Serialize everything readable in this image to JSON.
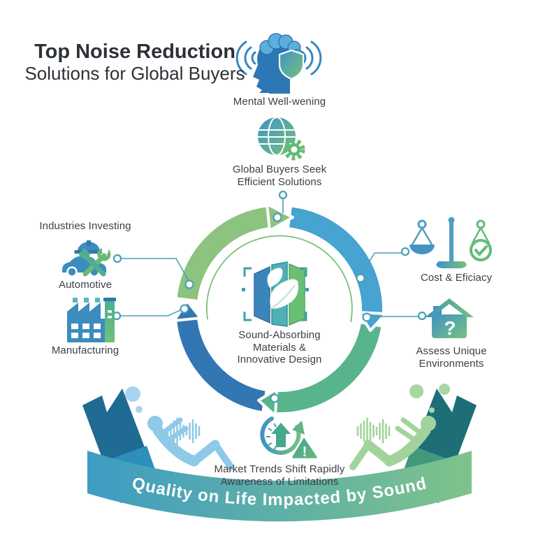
{
  "title": {
    "line1": "Top Noise Reduction",
    "line2": "Solutions for Global Buyers"
  },
  "top": {
    "mental_label": "Mental Well-wening",
    "buyers_line1": "Global Buyers Seek",
    "buyers_line2": "Efficient Solutions"
  },
  "center": {
    "line1": "Sound-Absorbing",
    "line2": "Materials &",
    "line3": "Innovative Design"
  },
  "left": {
    "header": "Industries Investing",
    "item1": "Automotive",
    "item2": "Manufacturing"
  },
  "right": {
    "cost_label": "Cost & Eficiacy",
    "assess_line1": "Assess Unique",
    "assess_line2": "Environments"
  },
  "bottom": {
    "market_line1": "Market Trends Shift Rapidly",
    "market_line2": "Awareness of Limitations"
  },
  "ribbon": {
    "text": "Quality on Life Impacted by Sound"
  },
  "glyphs": {
    "house_question": "?",
    "warning_exclamation": "!"
  },
  "icons": {
    "head": "head-shield-soundwaves-icon",
    "globe": "globe-gear-icon",
    "panels": "acoustic-panels-leaf-icon",
    "automotive": "car-hardhat-tools-icon",
    "manufacturing": "factory-icon",
    "cost": "balance-scale-check-icon",
    "assess": "house-question-icon",
    "market": "clock-refresh-warning-icon",
    "people": "relaxing-person-soundwave-silhouettes"
  },
  "colors": {
    "blue": "#3f93c4",
    "green": "#76c17e",
    "teal_line": "#4aa0b5",
    "ring_green": "#8cc37f",
    "ring_blue": "#47a3d0",
    "ring_sea_green": "#58b48c",
    "ring_dark_blue": "#3276b4",
    "ribbon_blue": "#3e9cc3",
    "ribbon_green": "#7fc38a",
    "tail_dark_blue": "#1f6b94",
    "tail_dark_teal": "#1e6e78",
    "person_blue": "#8fc9e8",
    "person_green": "#a3d39c",
    "text_dark": "#3b4046",
    "title_text": "#2d3138"
  }
}
